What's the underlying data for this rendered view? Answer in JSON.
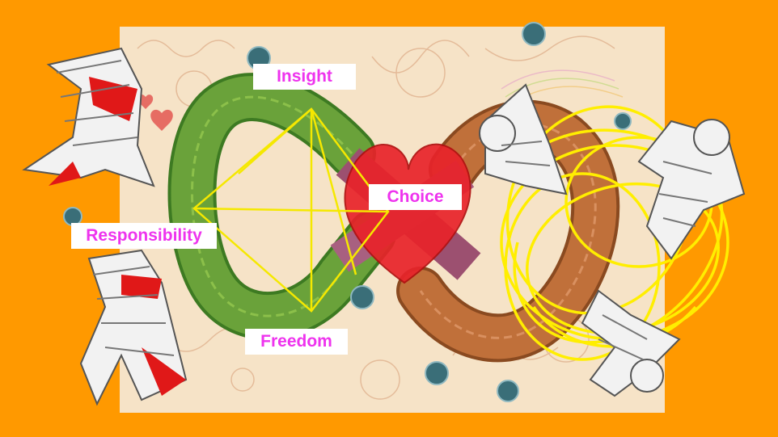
{
  "slide": {
    "labels": {
      "insight": "Insight",
      "choice": "Choice",
      "responsibility": "Responsibility",
      "freedom": "Freedom"
    }
  },
  "colors": {
    "background": "#ff9900",
    "paper": "#f6e3c7",
    "label_text": "#ee33ee",
    "label_box": "#ffffff",
    "track_green": "#6aa23a",
    "track_brown": "#c0703a",
    "heart": "#e8232a",
    "scribble": "#ffee00",
    "diagram_lines": "#f5e800",
    "bandage_figures": "#f2f2f2",
    "scarf": "#e01818"
  },
  "illustration": {
    "elements": [
      "infinity-track",
      "heart",
      "yellow-scribble",
      "bandaged-figures",
      "virus-particles",
      "sketch-background"
    ]
  }
}
